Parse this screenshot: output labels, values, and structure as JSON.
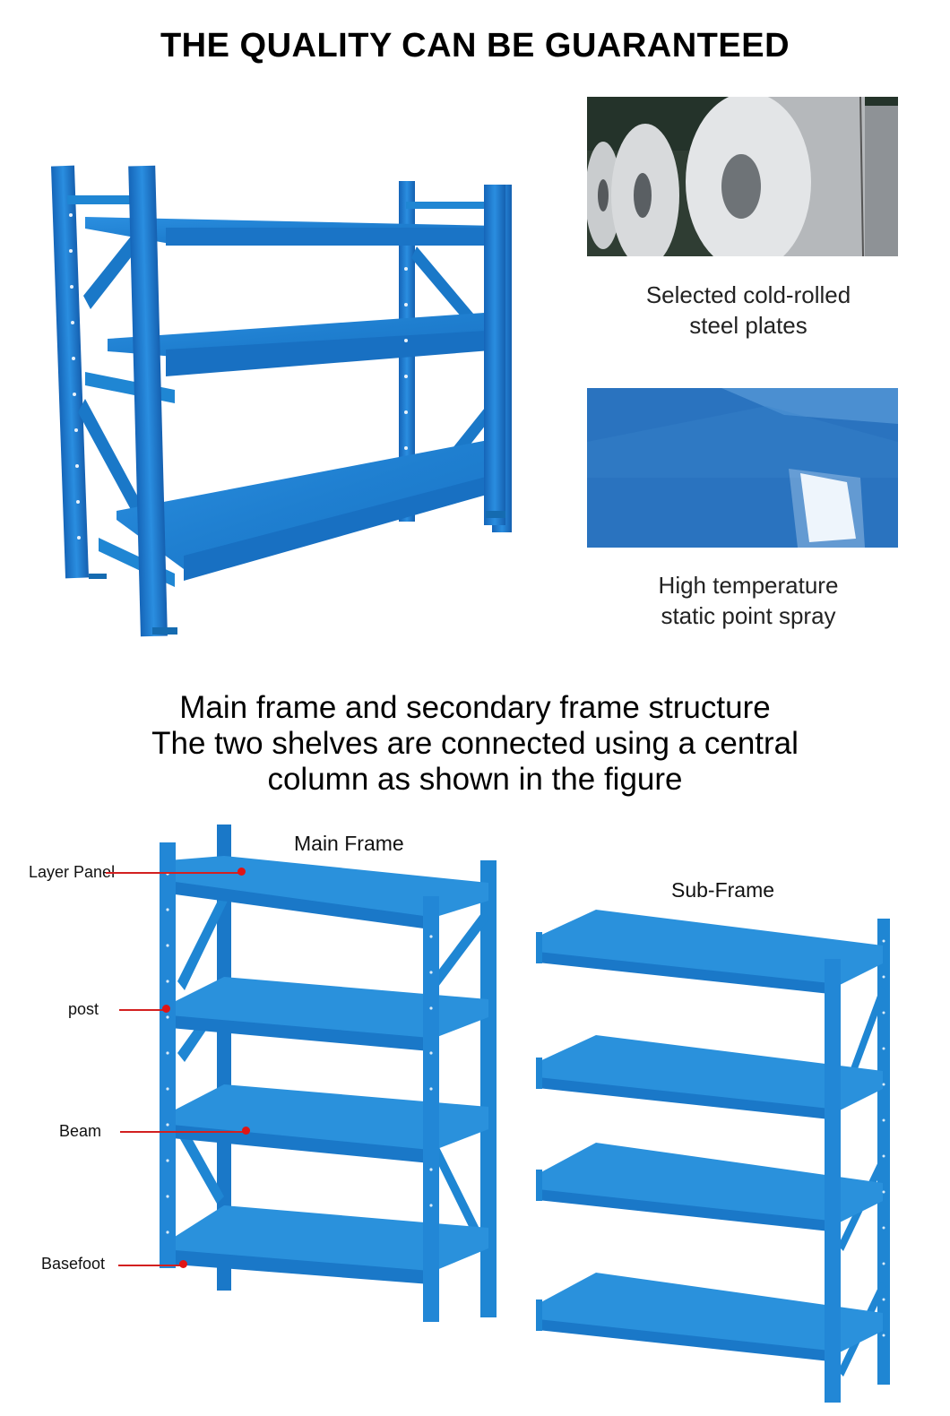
{
  "header": {
    "title": "THE QUALITY CAN BE GUARANTEED"
  },
  "features": [
    {
      "icon": "steel-coil-photo",
      "caption_line1": "Selected cold-rolled",
      "caption_line2": "steel plates"
    },
    {
      "icon": "blue-coating-photo",
      "caption_line1": "High temperature",
      "caption_line2": "static point spray"
    }
  ],
  "structure": {
    "line1": "Main frame and secondary frame structure",
    "line2": "The two shelves are connected using a central",
    "line3": "column as shown in the figure"
  },
  "diagram": {
    "main_frame_label": "Main Frame",
    "sub_frame_label": "Sub-Frame",
    "parts": [
      {
        "label": "Layer Panel"
      },
      {
        "label": "post"
      },
      {
        "label": "Beam"
      },
      {
        "label": "Basefoot"
      }
    ]
  },
  "colors": {
    "rack_blue": "#1f86d3",
    "rack_dark": "#156bb0",
    "leader_red": "#d32020",
    "coating_blue": "#2a73bf"
  }
}
